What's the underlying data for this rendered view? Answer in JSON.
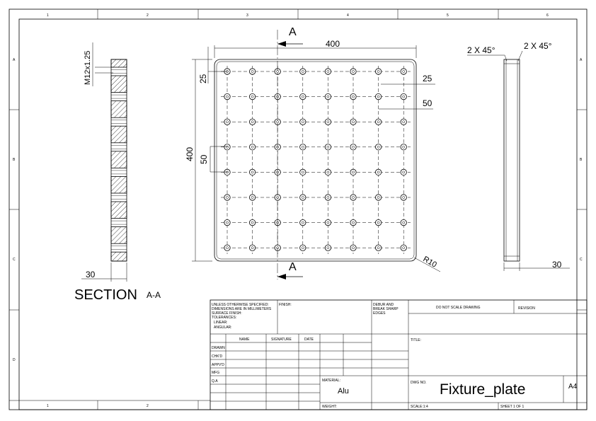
{
  "zones": {
    "columns": [
      "1",
      "2",
      "3",
      "4",
      "5",
      "6"
    ],
    "rows": [
      "A",
      "B",
      "C",
      "D"
    ]
  },
  "views": {
    "section_label": "A",
    "section_title": "SECTION",
    "section_suffix": "A-A",
    "thread_callout": "M12x1.25",
    "section_thickness": "30",
    "front_width": "400",
    "front_height": "400",
    "edge_offset_vertical": "25",
    "edge_offset_right": "25",
    "hole_pitch_right": "50",
    "hole_pitch_vertical": "50",
    "corner_radius": "R10",
    "chamfer_left": "2 X 45°",
    "chamfer_right": "2 X 45°",
    "side_thickness": "30"
  },
  "title_block": {
    "general_notes": [
      "UNLESS OTHERWISE SPECIFIED:",
      "DIMENSIONS ARE IN MILLIMETERS",
      "SURFACE FINISH:",
      "TOLERANCES:",
      "LINEAR:",
      "ANGULAR:"
    ],
    "finish_label": "FINISH:",
    "deburr_note": [
      "DEBUR AND",
      "BREAK SHARP",
      "EDGES"
    ],
    "no_scale_note": "DO NOT SCALE DRAWING",
    "revision_label": "REVISION",
    "col_name": "NAME",
    "col_signature": "SIGNATURE",
    "col_date": "DATE",
    "row_labels": [
      "DRAWN",
      "CHK'D",
      "APPV'D",
      "MFG",
      "Q.A"
    ],
    "title_label": "TITLE:",
    "material_label": "MATERIAL:",
    "material_value": "Alu",
    "dwg_no_label": "DWG NO.",
    "dwg_no_value": "Fixture_plate",
    "sheet_size": "A4",
    "weight_label": "WEIGHT:",
    "scale_label": "SCALE:1:4",
    "sheet_label": "SHEET 1 OF 1"
  }
}
